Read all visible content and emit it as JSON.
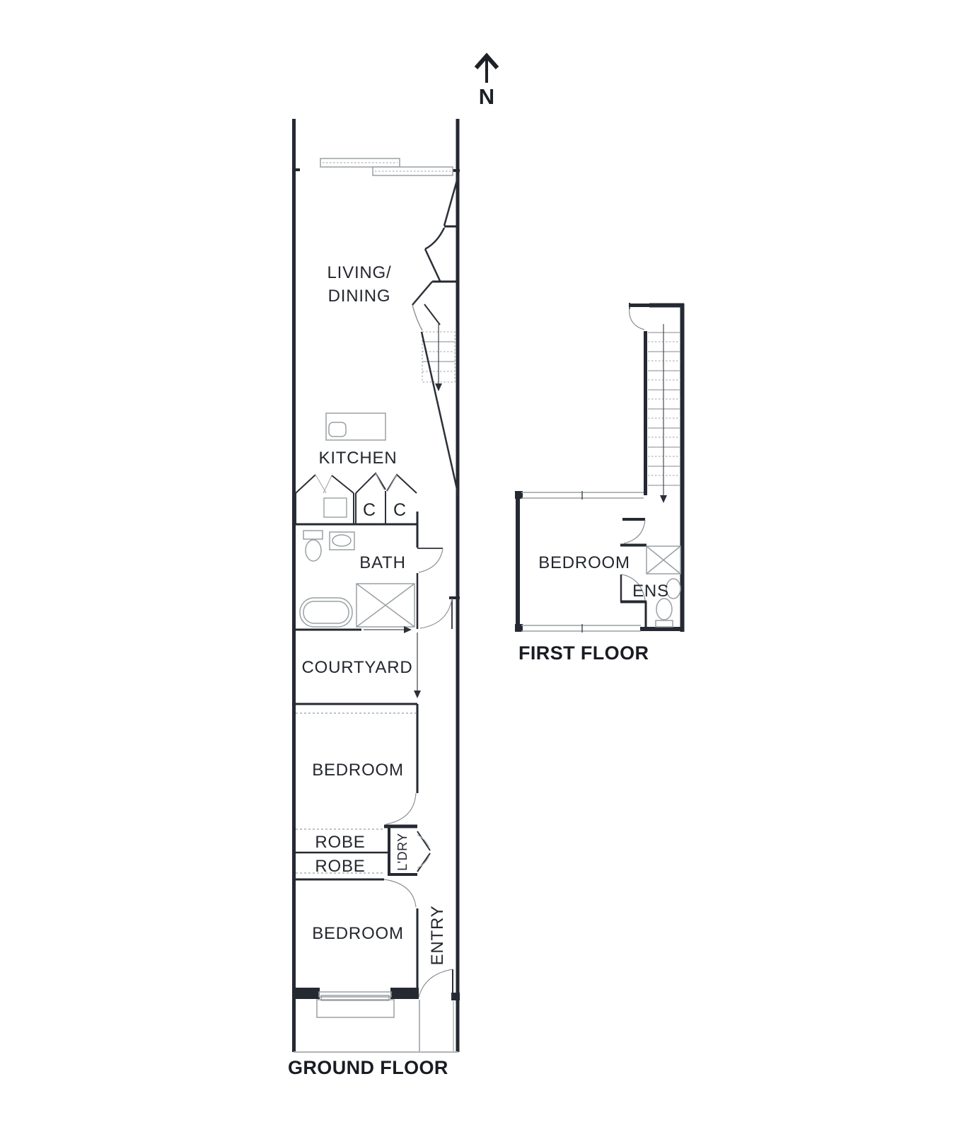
{
  "meta": {
    "background_color": "#ffffff",
    "wall_color": "#252932",
    "fixture_line_color": "#9aa0a3",
    "text_color": "#24272e"
  },
  "compass": {
    "label": "N"
  },
  "ground_floor": {
    "title": "GROUND FLOOR",
    "rooms": {
      "living_dining_line1": "LIVING/",
      "living_dining_line2": "DINING",
      "kitchen": "KITCHEN",
      "cupboard_left": "C",
      "cupboard_right": "C",
      "bath": "BATH",
      "courtyard": "COURTYARD",
      "bedroom_middle": "BEDROOM",
      "robe_top": "ROBE",
      "robe_bottom": "ROBE",
      "laundry": "L'DRY",
      "bedroom_front": "BEDROOM",
      "entry": "ENTRY"
    }
  },
  "first_floor": {
    "title": "FIRST FLOOR",
    "rooms": {
      "bedroom": "BEDROOM",
      "ensuite": "ENS"
    }
  }
}
